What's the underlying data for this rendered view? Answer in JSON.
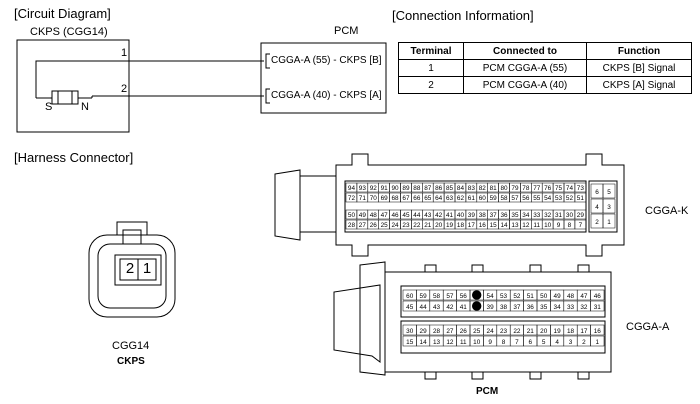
{
  "circuit": {
    "heading": "[Circuit Diagram]",
    "sensor_name": "CKPS (CGG14)",
    "pin1": "1",
    "pin2": "2",
    "pole_s": "S",
    "pole_n": "N",
    "pcm_title": "PCM",
    "pcm_line1": "CGGA-A (55) - CKPS [B]",
    "pcm_line2": "CGGA-A (40) - CKPS [A]"
  },
  "connection": {
    "heading": "[Connection Information]",
    "headers": [
      "Terminal",
      "Connected to",
      "Function"
    ],
    "rows": [
      [
        "1",
        "PCM CGGA-A (55)",
        "CKPS [B] Signal"
      ],
      [
        "2",
        "PCM CGGA-A (40)",
        "CKPS [A] Signal"
      ]
    ]
  },
  "harness": {
    "heading": "[Harness Connector]",
    "ckps_pins": [
      "2",
      "1"
    ],
    "ckps_code": "CGG14",
    "ckps_name": "CKPS",
    "cggak_label": "CGGA-K",
    "cggaa_label": "CGGA-A",
    "pcm_label": "PCM",
    "cggak_rows": [
      [
        "94",
        "93",
        "92",
        "91",
        "90",
        "89",
        "88",
        "87",
        "86",
        "85",
        "84",
        "83",
        "82",
        "81",
        "80",
        "79",
        "78",
        "77",
        "76",
        "75",
        "74",
        "73"
      ],
      [
        "72",
        "71",
        "70",
        "69",
        "68",
        "67",
        "66",
        "65",
        "64",
        "63",
        "62",
        "61",
        "60",
        "59",
        "58",
        "57",
        "56",
        "55",
        "54",
        "53",
        "52",
        "51"
      ],
      [
        "50",
        "49",
        "48",
        "47",
        "46",
        "45",
        "44",
        "43",
        "42",
        "41",
        "40",
        "39",
        "38",
        "37",
        "36",
        "35",
        "34",
        "33",
        "32",
        "31",
        "30",
        "29"
      ],
      [
        "28",
        "27",
        "26",
        "25",
        "24",
        "23",
        "22",
        "21",
        "20",
        "19",
        "18",
        "17",
        "16",
        "15",
        "14",
        "13",
        "12",
        "11",
        "10",
        "9",
        "8",
        "7"
      ]
    ],
    "cggak_side": [
      "6",
      "5",
      "4",
      "3",
      "2",
      "1"
    ],
    "cggaa_rows": [
      [
        "60",
        "59",
        "58",
        "57",
        "56",
        "55",
        "54",
        "53",
        "52",
        "51",
        "50",
        "49",
        "48",
        "47",
        "46"
      ],
      [
        "45",
        "44",
        "43",
        "42",
        "41",
        "40",
        "39",
        "38",
        "37",
        "36",
        "35",
        "34",
        "33",
        "32",
        "31"
      ],
      [
        "30",
        "29",
        "28",
        "27",
        "26",
        "25",
        "24",
        "23",
        "22",
        "21",
        "20",
        "19",
        "18",
        "17",
        "16"
      ],
      [
        "15",
        "14",
        "13",
        "12",
        "11",
        "10",
        "9",
        "8",
        "7",
        "6",
        "5",
        "4",
        "3",
        "2",
        "1"
      ]
    ],
    "cggaa_filled": [
      "55",
      "40"
    ]
  }
}
